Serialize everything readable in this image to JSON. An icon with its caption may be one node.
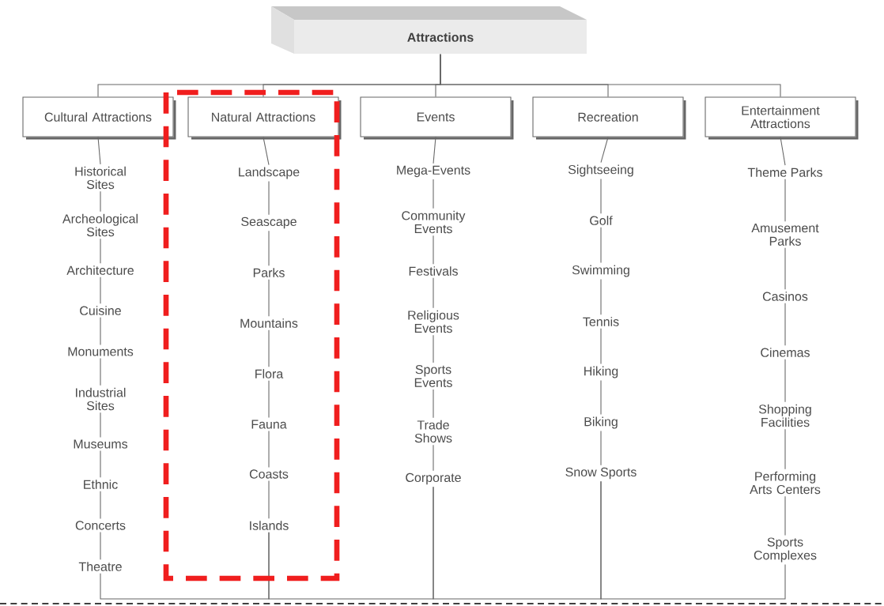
{
  "diagram": {
    "nodes": [
      {
        "text": [
          "Attractions"
        ]
      },
      {
        "text": [
          "Cultural Attractions"
        ]
      },
      {
        "text": [
          "Natural Attractions"
        ]
      },
      {
        "text": [
          "Events"
        ]
      },
      {
        "text": [
          "Recreation"
        ]
      },
      {
        "text": [
          "Entertainment Attractions"
        ]
      },
      {
        "text": [
          "Historical Sites"
        ]
      },
      {
        "text": [
          "Archeological Sites"
        ]
      },
      {
        "text": [
          "Architecture"
        ]
      },
      {
        "text": [
          "Cuisine"
        ]
      },
      {
        "text": [
          "Monuments"
        ]
      },
      {
        "text": [
          "Industrial Sites"
        ]
      },
      {
        "text": [
          "Museums"
        ]
      },
      {
        "text": [
          "Ethnic"
        ]
      },
      {
        "text": [
          "Concerts"
        ]
      },
      {
        "text": [
          "Theatre"
        ]
      },
      {
        "text": [
          "Landscape"
        ]
      },
      {
        "text": [
          "Seascape"
        ]
      },
      {
        "text": [
          "Parks"
        ]
      },
      {
        "text": [
          "Mountains"
        ]
      },
      {
        "text": [
          "Flora"
        ]
      },
      {
        "text": [
          "Fauna"
        ]
      },
      {
        "text": [
          "Coasts"
        ]
      },
      {
        "text": [
          "Islands"
        ]
      },
      {
        "text": [
          "Mega-Events"
        ]
      },
      {
        "text": [
          "Community Events"
        ]
      },
      {
        "text": [
          "Festivals"
        ]
      },
      {
        "text": [
          "Religious Events"
        ]
      },
      {
        "text": [
          "Sports Events"
        ]
      },
      {
        "text": [
          "Trade Shows"
        ]
      },
      {
        "text": [
          "Corporate"
        ]
      },
      {
        "text": [
          "Sightseeing"
        ]
      },
      {
        "text": [
          "Golf"
        ]
      },
      {
        "text": [
          "Swimming"
        ]
      },
      {
        "text": [
          "Tennis"
        ]
      },
      {
        "text": [
          "Hiking"
        ]
      },
      {
        "text": [
          "Biking"
        ]
      },
      {
        "text": [
          "Snow Sports"
        ]
      },
      {
        "text": [
          "Theme Parks"
        ]
      },
      {
        "text": [
          "Amusement Parks"
        ]
      },
      {
        "text": [
          "Casinos"
        ]
      },
      {
        "text": [
          "Cinemas"
        ]
      },
      {
        "text": [
          "Shopping Facilities"
        ]
      },
      {
        "text": [
          "Performing Arts Centers"
        ]
      },
      {
        "text": [
          "Sports Complexes"
        ]
      }
    ],
    "edges": [
      {
        "from": 0,
        "to": 1,
        "arrow": "none"
      },
      {
        "from": 0,
        "to": 2,
        "arrow": "none"
      },
      {
        "from": 0,
        "to": 3,
        "arrow": "none"
      },
      {
        "from": 0,
        "to": 4,
        "arrow": "none"
      },
      {
        "from": 0,
        "to": 5,
        "arrow": "none"
      },
      {
        "from": 1,
        "to": 6,
        "arrow": "none"
      },
      {
        "from": 6,
        "to": 7,
        "arrow": "none"
      },
      {
        "from": 7,
        "to": 8,
        "arrow": "none"
      },
      {
        "from": 8,
        "to": 9,
        "arrow": "none"
      },
      {
        "from": 9,
        "to": 10,
        "arrow": "none"
      },
      {
        "from": 10,
        "to": 11,
        "arrow": "none"
      },
      {
        "from": 11,
        "to": 12,
        "arrow": "none"
      },
      {
        "from": 12,
        "to": 13,
        "arrow": "none"
      },
      {
        "from": 13,
        "to": 14,
        "arrow": "none"
      },
      {
        "from": 14,
        "to": 15,
        "arrow": "none"
      },
      {
        "from": 2,
        "to": 16,
        "arrow": "none"
      },
      {
        "from": 16,
        "to": 17,
        "arrow": "none"
      },
      {
        "from": 17,
        "to": 18,
        "arrow": "none"
      },
      {
        "from": 18,
        "to": 19,
        "arrow": "none"
      },
      {
        "from": 19,
        "to": 20,
        "arrow": "none"
      },
      {
        "from": 20,
        "to": 21,
        "arrow": "none"
      },
      {
        "from": 21,
        "to": 22,
        "arrow": "none"
      },
      {
        "from": 22,
        "to": 23,
        "arrow": "none"
      },
      {
        "from": 3,
        "to": 24,
        "arrow": "none"
      },
      {
        "from": 24,
        "to": 25,
        "arrow": "none"
      },
      {
        "from": 25,
        "to": 26,
        "arrow": "none"
      },
      {
        "from": 26,
        "to": 27,
        "arrow": "none"
      },
      {
        "from": 27,
        "to": 28,
        "arrow": "none"
      },
      {
        "from": 28,
        "to": 29,
        "arrow": "none"
      },
      {
        "from": 29,
        "to": 30,
        "arrow": "none"
      },
      {
        "from": 4,
        "to": 31,
        "arrow": "none"
      },
      {
        "from": 31,
        "to": 32,
        "arrow": "none"
      },
      {
        "from": 32,
        "to": 33,
        "arrow": "none"
      },
      {
        "from": 33,
        "to": 34,
        "arrow": "none"
      },
      {
        "from": 34,
        "to": 35,
        "arrow": "none"
      },
      {
        "from": 35,
        "to": 36,
        "arrow": "none"
      },
      {
        "from": 36,
        "to": 37,
        "arrow": "none"
      },
      {
        "from": 5,
        "to": 38,
        "arrow": "none"
      },
      {
        "from": 38,
        "to": 39,
        "arrow": "none"
      },
      {
        "from": 39,
        "to": 40,
        "arrow": "none"
      },
      {
        "from": 40,
        "to": 41,
        "arrow": "none"
      },
      {
        "from": 41,
        "to": 42,
        "arrow": "none"
      },
      {
        "from": 42,
        "to": 43,
        "arrow": "none"
      },
      {
        "from": 43,
        "to": 44,
        "arrow": "none"
      },
      {
        "from": 15,
        "to": 23,
        "arrow": "none"
      },
      {
        "from": 23,
        "to": 30,
        "arrow": "none"
      },
      {
        "from": 30,
        "to": 37,
        "arrow": "none"
      },
      {
        "from": 37,
        "to": 44,
        "arrow": "none"
      }
    ]
  }
}
